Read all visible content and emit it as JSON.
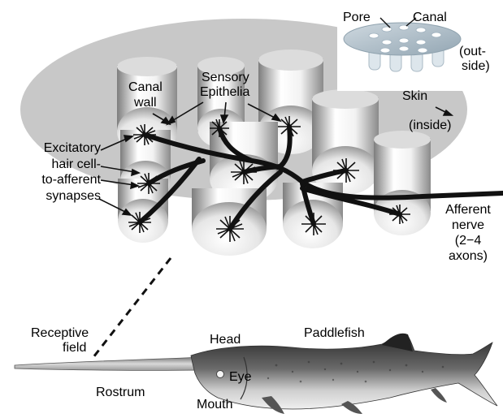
{
  "labels": {
    "pore": "Pore",
    "canal": "Canal",
    "outside_1": "(out-",
    "outside_2": "side)",
    "skin": "Skin",
    "inside": "(inside)",
    "canal_wall_1": "Canal",
    "canal_wall_2": "wall",
    "sensory_1": "Sensory",
    "sensory_2": "Epithelia",
    "excitatory_1": "Excitatory",
    "excitatory_2": "hair cell-",
    "excitatory_3": "to-afferent",
    "excitatory_4": "synapses",
    "afferent_1": "Afferent",
    "afferent_2": "nerve",
    "afferent_3": "(2−4",
    "afferent_4": "axons)",
    "receptive_1": "Receptive",
    "receptive_2": "field",
    "head": "Head",
    "paddlefish": "Paddlefish",
    "eye": "Eye",
    "rostrum": "Rostrum",
    "mouth": "Mouth"
  },
  "colors": {
    "disk": "#c8c8c8",
    "canal_light": "#ffffff",
    "canal_dark": "#9a9a9a",
    "nerve": "#111111",
    "fish_dark": "#2a2a2a",
    "fish_light": "#d8d8d8",
    "inset_plate": "#b9c6cf",
    "inset_rim": "#8fa2ae"
  }
}
